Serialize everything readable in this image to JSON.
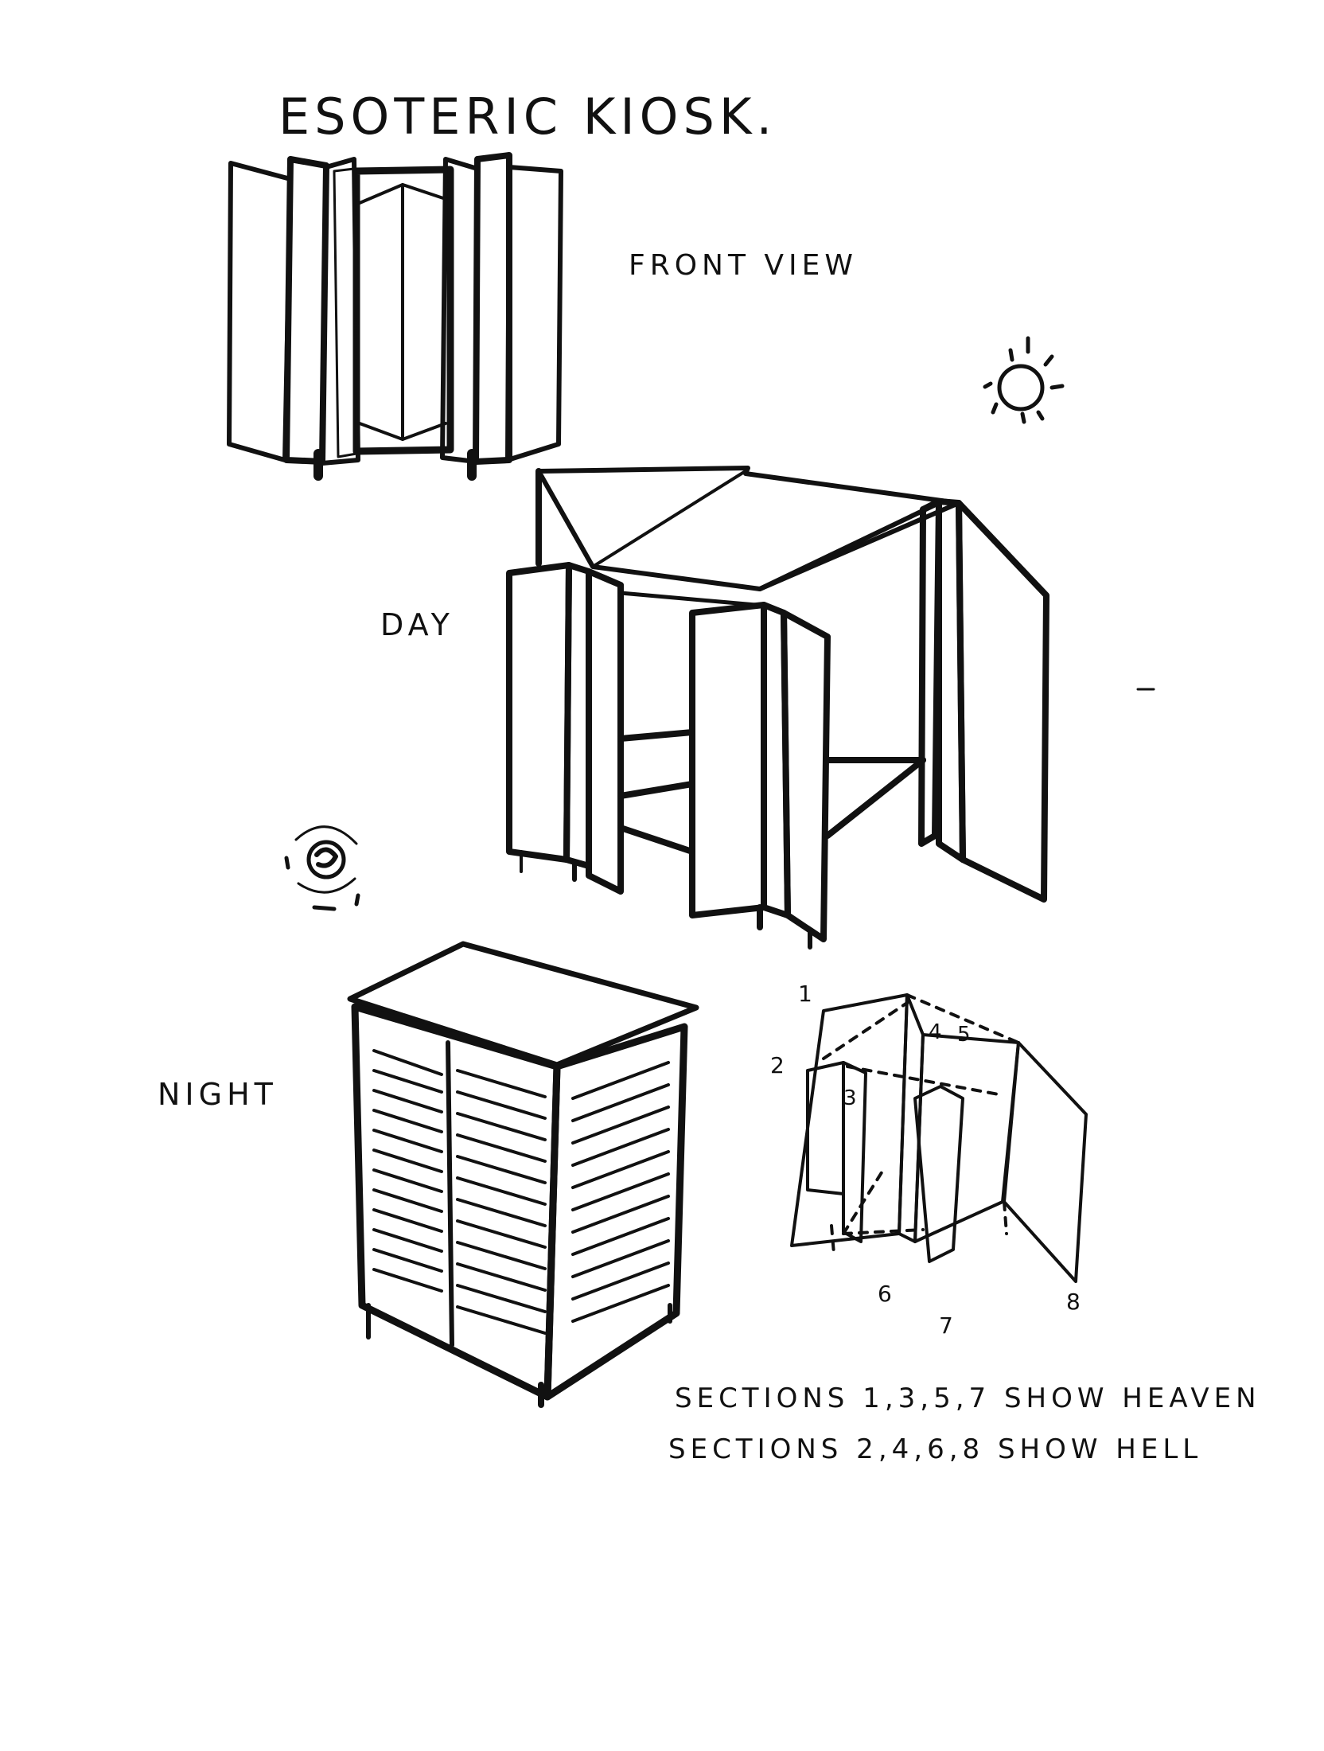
{
  "title": "ESOTERIC KIOSK.",
  "labels": {
    "front_view": "FRONT VIEW",
    "day": "DAY",
    "night": "NIGHT"
  },
  "section_numbers": [
    "1",
    "2",
    "3",
    "4",
    "5",
    "6",
    "7",
    "8"
  ],
  "notes": {
    "line1": "SECTIONS 1,3,5,7 SHOW HEAVEN",
    "line2": "SECTIONS 2,4,6,8 SHOW HELL"
  },
  "icons": {
    "sun": "sun-icon",
    "moon": "swirl-moon-icon"
  },
  "colors": {
    "ink": "#111111",
    "paper": "#ffffff"
  }
}
